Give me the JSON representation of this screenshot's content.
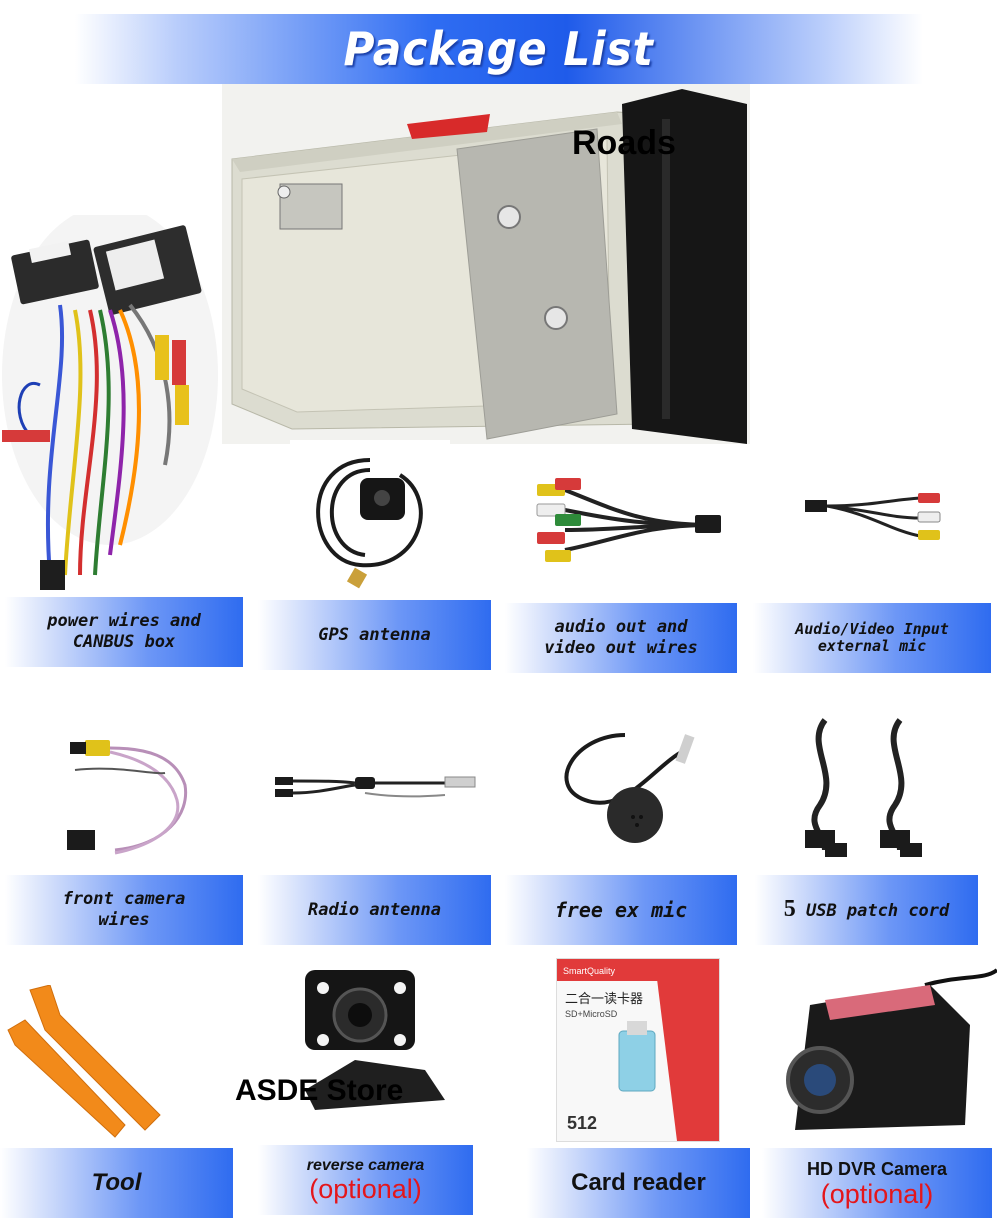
{
  "header": {
    "title": "Package List"
  },
  "watermarks": {
    "unit": "Roads",
    "camera": "ASDE Store"
  },
  "items": [
    {
      "id": "power",
      "label_lines": [
        "power wires and",
        "CANBUS box"
      ]
    },
    {
      "id": "gps",
      "label_lines": [
        "GPS antenna"
      ]
    },
    {
      "id": "audio_out",
      "label_lines": [
        "audio out and",
        "video out wires"
      ]
    },
    {
      "id": "av_input",
      "label_lines": [
        "Audio/Video Input",
        "external mic"
      ]
    },
    {
      "id": "front_cam",
      "label_lines": [
        "front camera",
        "wires"
      ]
    },
    {
      "id": "radio",
      "label_lines": [
        "Radio antenna"
      ]
    },
    {
      "id": "mic",
      "label_lines": [
        "free ex mic"
      ]
    },
    {
      "id": "usb",
      "count": "5",
      "label": "USB patch cord"
    },
    {
      "id": "tool",
      "label": "Tool"
    },
    {
      "id": "rev_cam",
      "label": "reverse camera",
      "note": "(optional)"
    },
    {
      "id": "card_reader",
      "label": "Card reader",
      "card_text": [
        "二合一读卡器",
        "SD+MicroSD",
        "512",
        "SmartQuality"
      ]
    },
    {
      "id": "dvr",
      "label": "HD DVR Camera",
      "note": "(optional)"
    }
  ],
  "colors": {
    "banner_blue": "#2f6df2",
    "label_blue": "#2f6cf0",
    "optional_red": "#e4161b",
    "tool_orange": "#f28a1a"
  }
}
